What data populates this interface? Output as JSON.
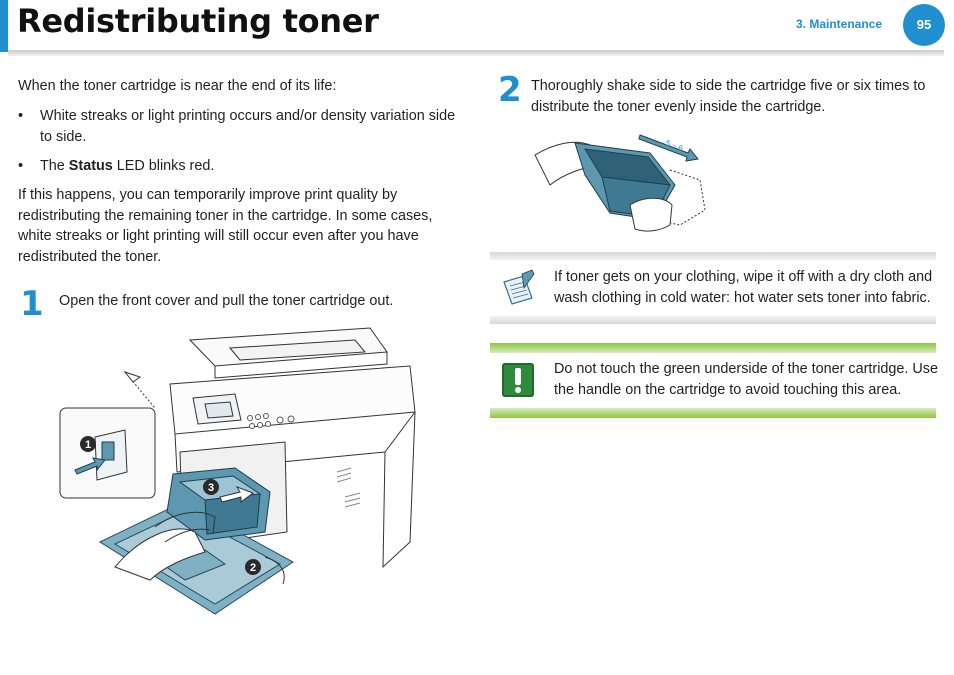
{
  "header": {
    "title": "Redistributing toner",
    "section": "3.  Maintenance",
    "page_number": "95",
    "accent_color": "#1f8fd0"
  },
  "intro": "When the toner cartridge is near the end of its life:",
  "bullets": [
    {
      "text": "White streaks or light printing occurs and/or density variation side to side."
    },
    {
      "prefix": "The ",
      "bold": "Status",
      "suffix": " LED blinks red."
    }
  ],
  "fix_paragraph": "If this happens, you can temporarily improve print quality by redistributing the remaining toner in the cartridge. In some cases, white streaks or light printing will still occur even after you have redistributed the toner.",
  "steps": [
    {
      "number": "1",
      "text": "Open the front cover and pull the toner cartridge out.",
      "callouts": [
        "1",
        "2",
        "3"
      ]
    },
    {
      "number": "2",
      "text": "Thoroughly shake side to side the cartridge five or six times to distribute the toner evenly inside the cartridge.",
      "shake_label": "5 ~ 6"
    }
  ],
  "note": {
    "icon": "note-pad-icon",
    "text": "If toner gets on your clothing, wipe it off with a dry cloth and wash clothing in cold water: hot water sets toner into fabric."
  },
  "caution": {
    "icon": "exclamation-icon",
    "color": "#8cc63f",
    "text": "Do not touch the green underside of the toner cartridge. Use the handle on the cartridge to avoid touching this area."
  }
}
